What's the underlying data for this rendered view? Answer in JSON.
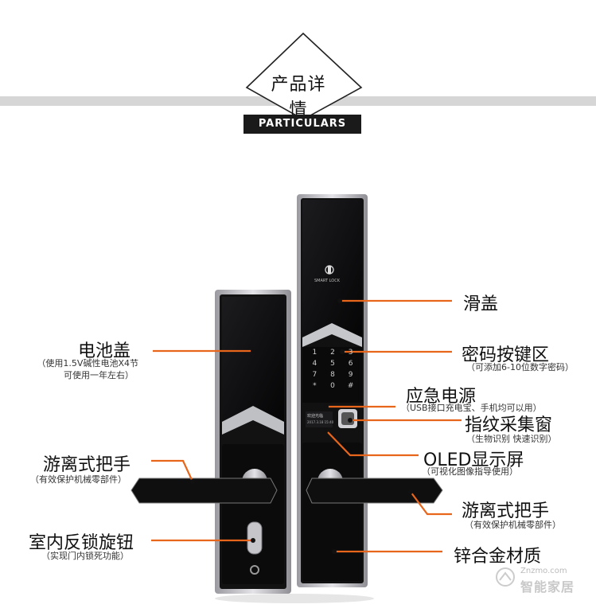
{
  "header": {
    "title": "产品详情",
    "subtitle": "PARTICULARS"
  },
  "lock_screen": {
    "brand": "SMART LOCK",
    "oled_line1": "欢迎光临",
    "oled_line2": "2017.3.18 15:40"
  },
  "keypad": [
    "1",
    "2",
    "3",
    "4",
    "5",
    "6",
    "7",
    "8",
    "9",
    "*",
    "0",
    "#"
  ],
  "callouts": {
    "slide_cover": {
      "title": "滑盖"
    },
    "battery_cover": {
      "title": "电池盖",
      "desc1": "（使用1.5V碱性电池X4节",
      "desc2": "可使用一年左右）"
    },
    "keypad_area": {
      "title": "密码按键区",
      "desc": "（可添加6-10位数字密码）"
    },
    "emergency_power": {
      "title": "应急电源",
      "desc": "（USB接口充电宝、手机均可以用）"
    },
    "fingerprint": {
      "title": "指纹采集窗",
      "desc": "（生物识别 快速识别）"
    },
    "oled": {
      "title": "OLED显示屏",
      "desc": "（可视化图像指导使用）"
    },
    "handle_left": {
      "title": "游离式把手",
      "desc": "（有效保护机械零部件）"
    },
    "handle_right": {
      "title": "游离式把手",
      "desc": "（有效保护机械零部件）"
    },
    "knob": {
      "title": "室内反锁旋钮",
      "desc": "（实现门内锁死功能）"
    },
    "alloy": {
      "title": "锌合金材质"
    }
  },
  "watermark": {
    "line1": "Znzmo.com",
    "line2": "智能家居"
  },
  "colors": {
    "accent": "#e8661c",
    "lock_body": "#111111",
    "frame": "#c9c9cc"
  }
}
